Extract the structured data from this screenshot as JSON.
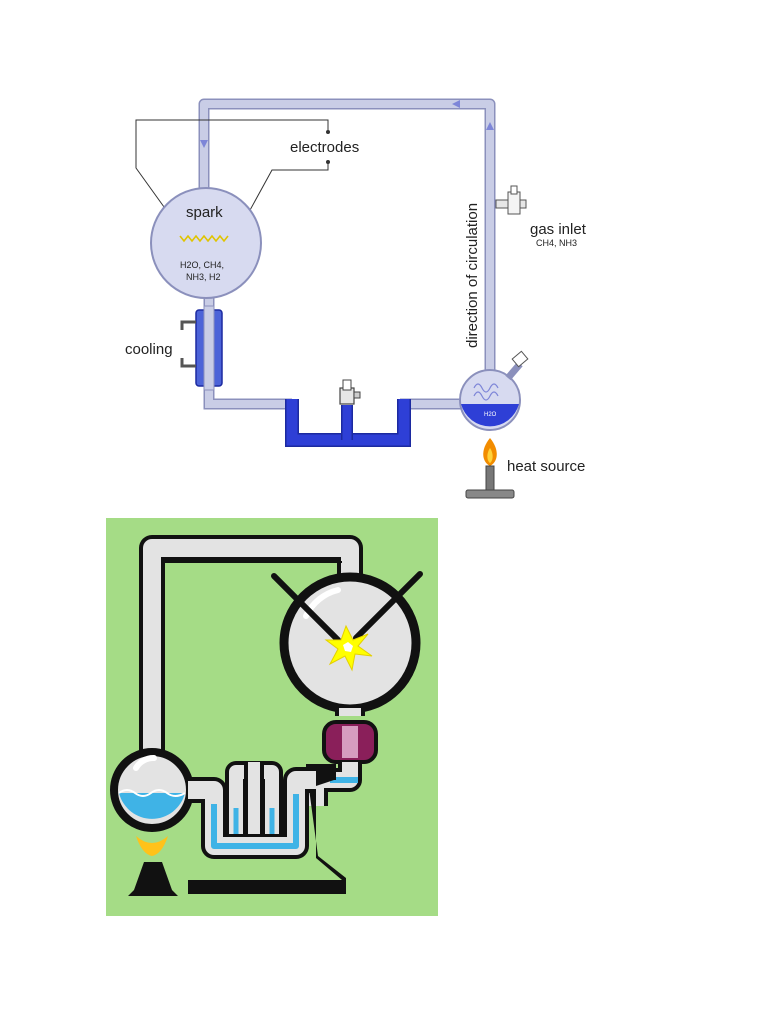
{
  "diagram_top": {
    "labels": {
      "electrodes": "electrodes",
      "spark": "spark",
      "flask_contents_line1": "H2O, CH4,",
      "flask_contents_line2": "NH3, H2",
      "gas_inlet": "gas inlet",
      "gas_inlet_sub": "CH4, NH3",
      "direction": "direction of circulation",
      "cooling": "cooling",
      "heat_source": "heat source",
      "water_flask": "H2O"
    },
    "colors": {
      "tube": "#c9cde6",
      "tube_outline": "#8b90bc",
      "water": "#2e3fd6",
      "arrow": "#7e86d8",
      "spark": "#e0c400",
      "flame": "#f28c00"
    }
  },
  "diagram_bottom": {
    "colors": {
      "background": "#a5dc86",
      "outline": "#111111",
      "glass": "#e3e3e3",
      "water": "#3fb3e6",
      "spark": "#ffff00",
      "clamp": "#8a1f5a",
      "flame": "#ffc21a"
    }
  }
}
